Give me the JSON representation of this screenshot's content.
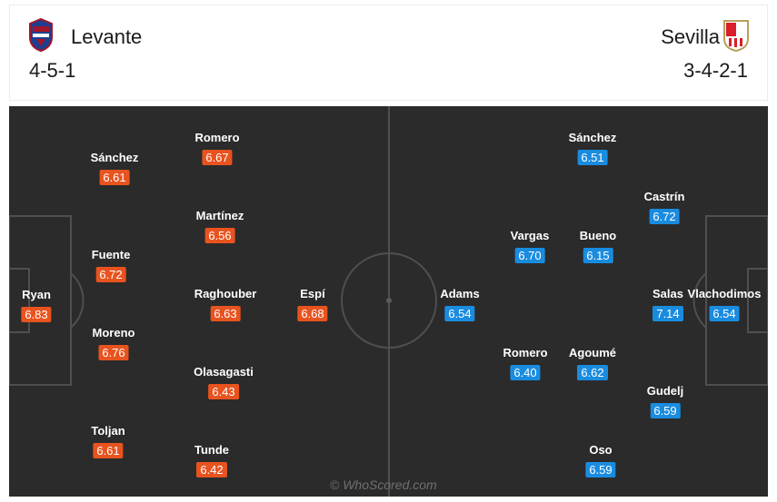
{
  "home": {
    "name": "Levante",
    "formation": "4-5-1",
    "players": [
      {
        "name": "Ryan",
        "rating": "6.83"
      },
      {
        "name": "Sánchez",
        "rating": "6.61"
      },
      {
        "name": "Fuente",
        "rating": "6.72"
      },
      {
        "name": "Moreno",
        "rating": "6.76"
      },
      {
        "name": "Toljan",
        "rating": "6.61"
      },
      {
        "name": "Romero",
        "rating": "6.67"
      },
      {
        "name": "Martínez",
        "rating": "6.56"
      },
      {
        "name": "Raghouber",
        "rating": "6.63"
      },
      {
        "name": "Olasagasti",
        "rating": "6.43"
      },
      {
        "name": "Tunde",
        "rating": "6.42"
      },
      {
        "name": "Espí",
        "rating": "6.68"
      }
    ]
  },
  "away": {
    "name": "Sevilla",
    "formation": "3-4-2-1",
    "players": [
      {
        "name": "Adams",
        "rating": "6.54"
      },
      {
        "name": "Vargas",
        "rating": "6.70"
      },
      {
        "name": "Romero",
        "rating": "6.40"
      },
      {
        "name": "Sánchez",
        "rating": "6.51"
      },
      {
        "name": "Bueno",
        "rating": "6.15"
      },
      {
        "name": "Agoumé",
        "rating": "6.62"
      },
      {
        "name": "Oso",
        "rating": "6.59"
      },
      {
        "name": "Castrín",
        "rating": "6.72"
      },
      {
        "name": "Salas",
        "rating": "7.14"
      },
      {
        "name": "Gudelj",
        "rating": "6.59"
      },
      {
        "name": "Vlachodimos",
        "rating": "6.54"
      }
    ]
  },
  "watermark": "© WhoScored.com",
  "colors": {
    "home_rating": "#e8531f",
    "away_rating": "#1a8ce0",
    "pitch": "#2b2b2b"
  }
}
